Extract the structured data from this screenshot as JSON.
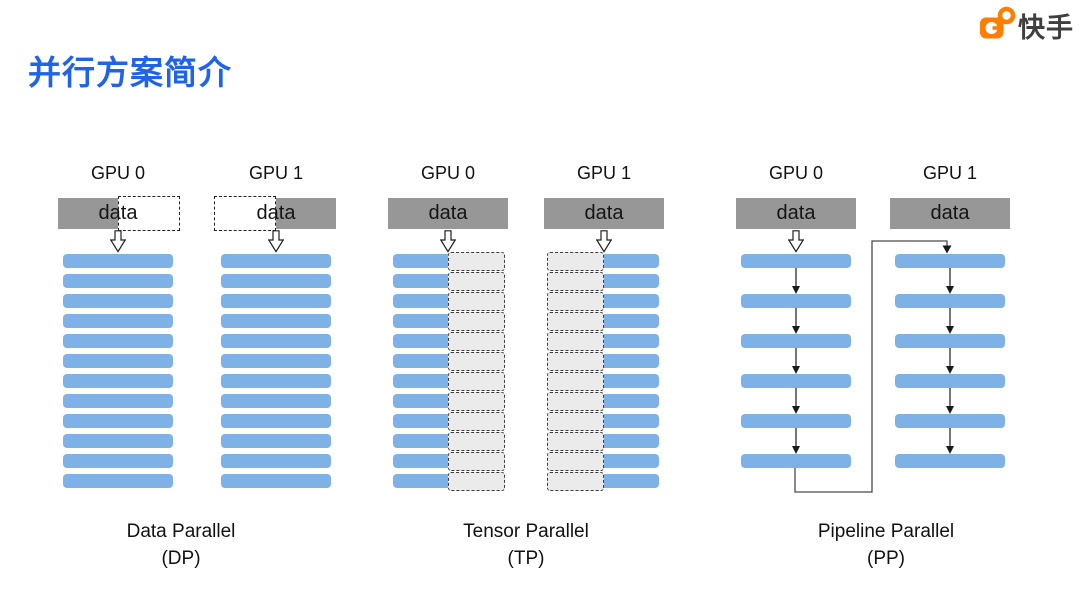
{
  "logo": {
    "brand": "快手",
    "icon": "kuaishou-camera-icon",
    "accent_color": "#FF7E00",
    "text_color": "#3F3F3F"
  },
  "title": {
    "text": "并行方案简介",
    "color": "#1E63E8"
  },
  "colors": {
    "bar_blue": "#7EB1E5",
    "data_gray": "#979797",
    "dashed_fill": "#EBEBEB",
    "dashed_border": "#3C3C3C",
    "connector_line": "#4A4A4A"
  },
  "panels": [
    {
      "id": "dp",
      "label_line1": "Data Parallel",
      "label_line2": "(DP)",
      "columns": [
        {
          "gpu": "GPU 0",
          "data_label": "data",
          "data_style": "half-left-solid",
          "bars": 12,
          "bar_style": "solid",
          "input_arrow": "hollow"
        },
        {
          "gpu": "GPU 1",
          "data_label": "data",
          "data_style": "half-right-solid",
          "bars": 12,
          "bar_style": "solid",
          "input_arrow": "hollow"
        }
      ]
    },
    {
      "id": "tp",
      "label_line1": "Tensor Parallel",
      "label_line2": "(TP)",
      "columns": [
        {
          "gpu": "GPU 0",
          "data_label": "data",
          "data_style": "solid",
          "bars": 12,
          "bar_style": "split-left-solid",
          "input_arrow": "hollow"
        },
        {
          "gpu": "GPU 1",
          "data_label": "data",
          "data_style": "solid",
          "bars": 12,
          "bar_style": "split-right-solid",
          "input_arrow": "hollow"
        }
      ]
    },
    {
      "id": "pp",
      "label_line1": "Pipeline Parallel",
      "label_line2": "(PP)",
      "connector": "gpu0-last-layer-to-gpu1-first-layer",
      "columns": [
        {
          "gpu": "GPU 0",
          "data_label": "data",
          "data_style": "solid",
          "bars": 6,
          "bar_style": "solid",
          "flow_arrows": true,
          "input_arrow": "hollow"
        },
        {
          "gpu": "GPU 1",
          "data_label": "data",
          "data_style": "solid",
          "bars": 6,
          "bar_style": "solid",
          "flow_arrows": true,
          "input_arrow": "connector"
        }
      ]
    }
  ]
}
